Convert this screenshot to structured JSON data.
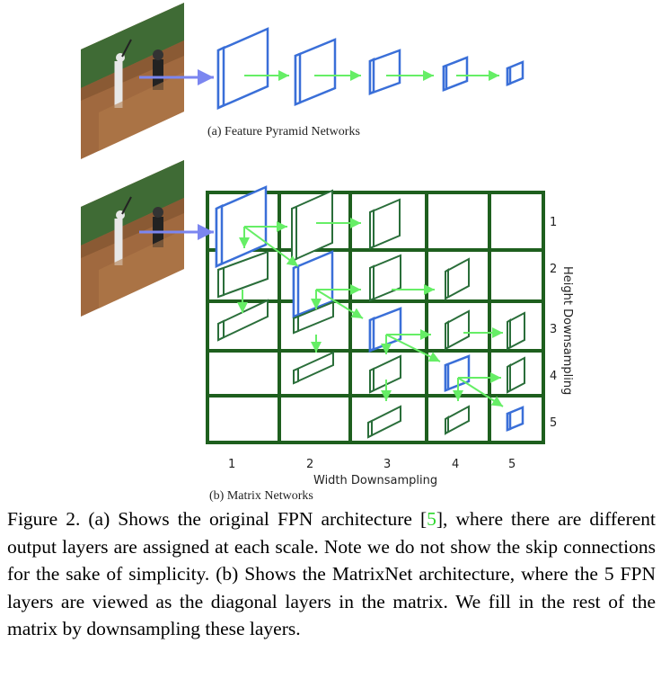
{
  "figure": {
    "panel_a_label": "(a) Feature Pyramid Networks",
    "panel_b_label": "(b) Matrix Networks",
    "x_axis_title": "Width Downsampling",
    "y_axis_title": "Height Downsampling",
    "x_ticks": [
      "1",
      "2",
      "3",
      "4",
      "5"
    ],
    "y_ticks": [
      "1",
      "2",
      "3",
      "4",
      "5"
    ],
    "colors": {
      "grid": "#1e5f1e",
      "diagonal_layer": "#3a6fd8",
      "offdiagonal_layer": "#2a6e3a",
      "arrow": "#66ee66",
      "input_arrow": "#7b86f0"
    }
  },
  "caption": {
    "before_ref": "Figure 2. (a) Shows the original FPN architecture [",
    "ref": "5",
    "after_ref": "], where there are different output layers are assigned at each scale. Note we do not show the skip connections for the sake of simplicity. (b) Shows the MatrixNet architecture, where the 5 FPN layers are viewed as the diagonal layers in the matrix. We fill in the rest of the matrix by downsampling these layers."
  }
}
